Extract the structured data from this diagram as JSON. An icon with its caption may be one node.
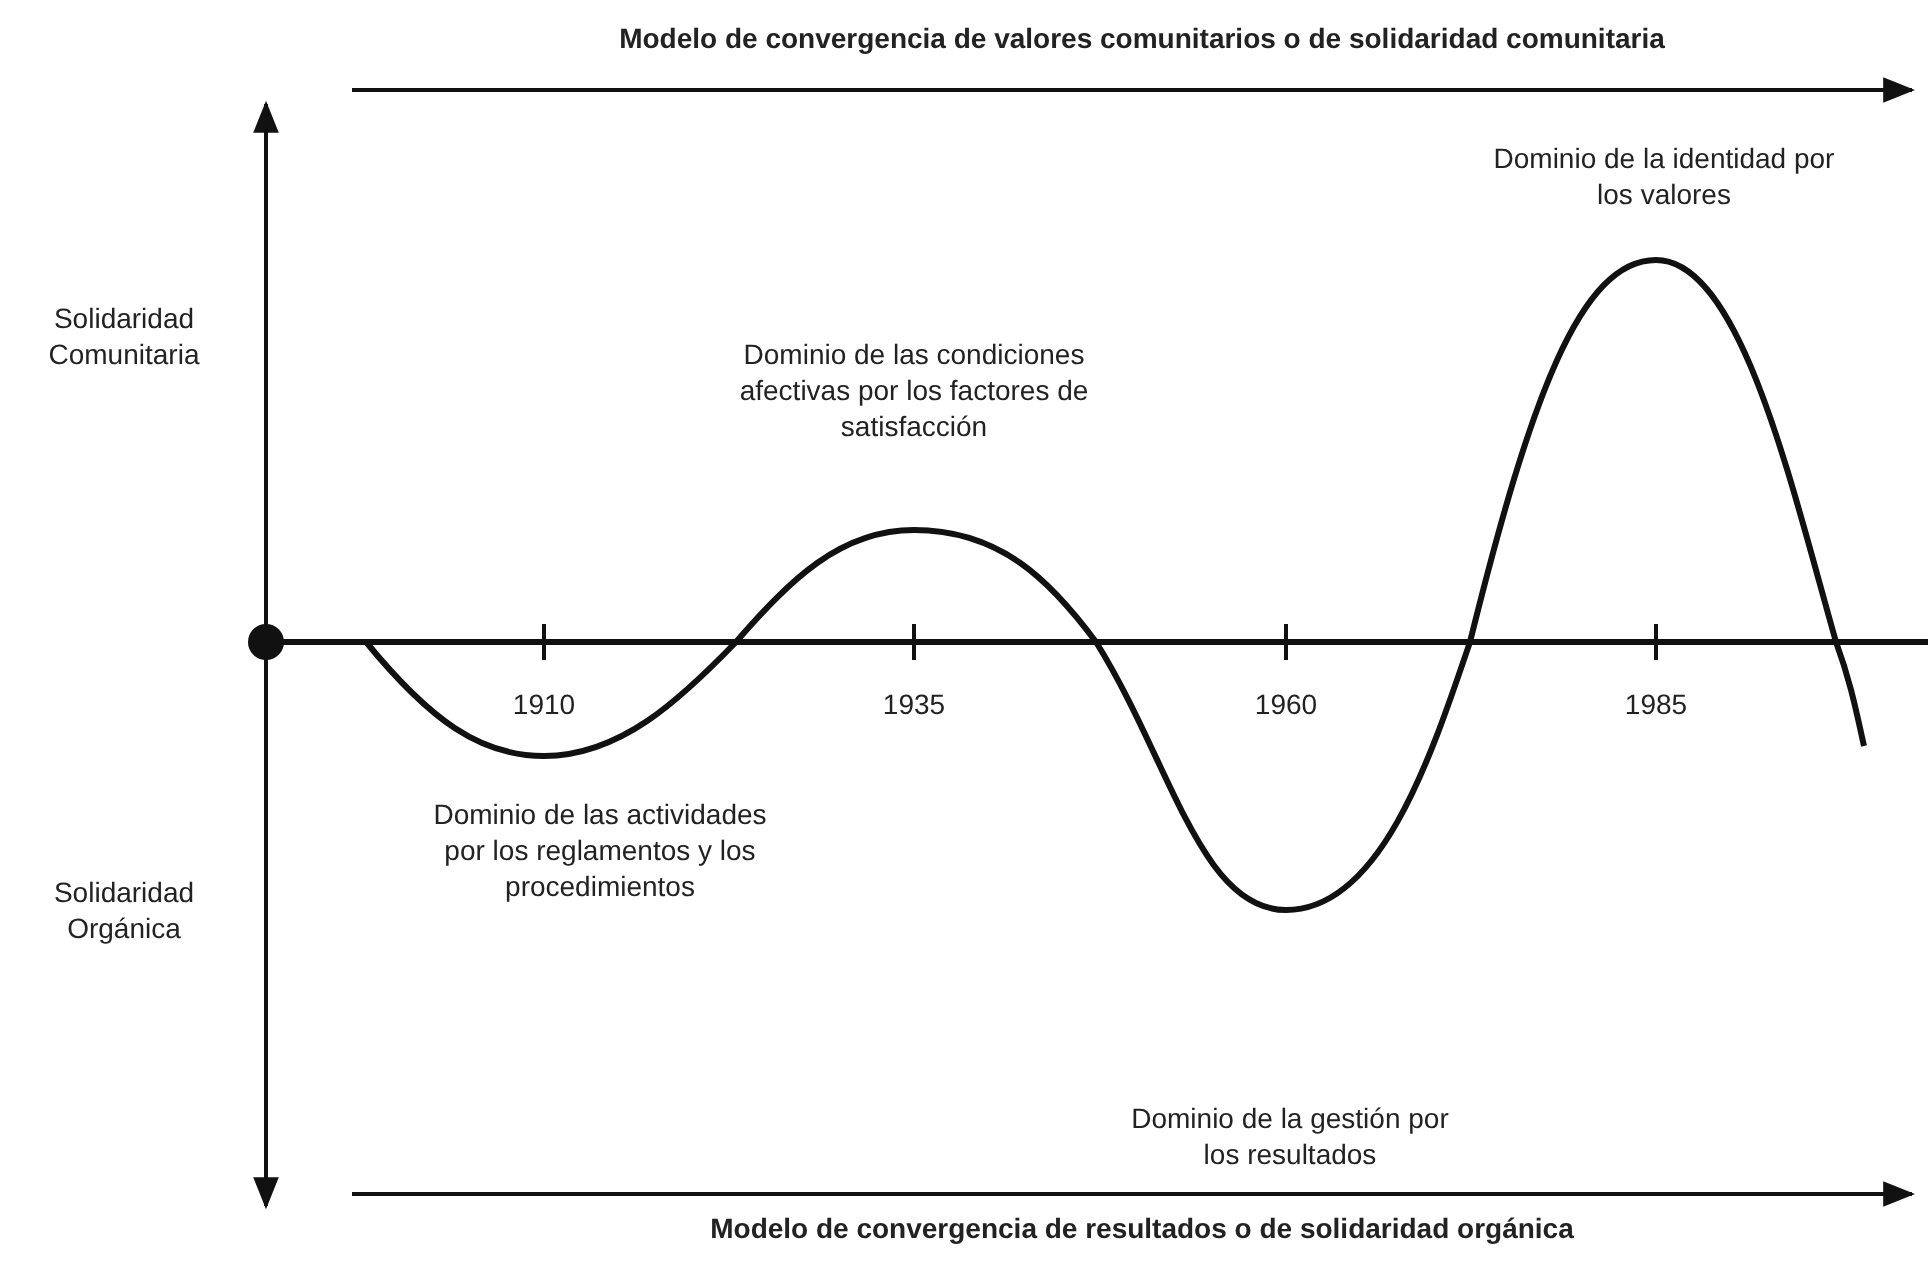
{
  "diagram": {
    "labels": [
      "Modelo de convergencia de valores comunitarios o de solidaridad comunitaria",
      "Dominio de la identidad por los valores",
      "Solidaridad Comunitaria",
      "Dominio de las condiciones afectivas por los factores de satisfacción",
      "1910",
      "1935",
      "1960",
      "1985",
      "Dominio de las actividades por los reglamentos y los procedimientos",
      "Solidaridad Orgánica",
      "Dominio de la gestión por los resultados",
      "Modelo de convergencia de resultados o de solidaridad orgánica"
    ]
  }
}
